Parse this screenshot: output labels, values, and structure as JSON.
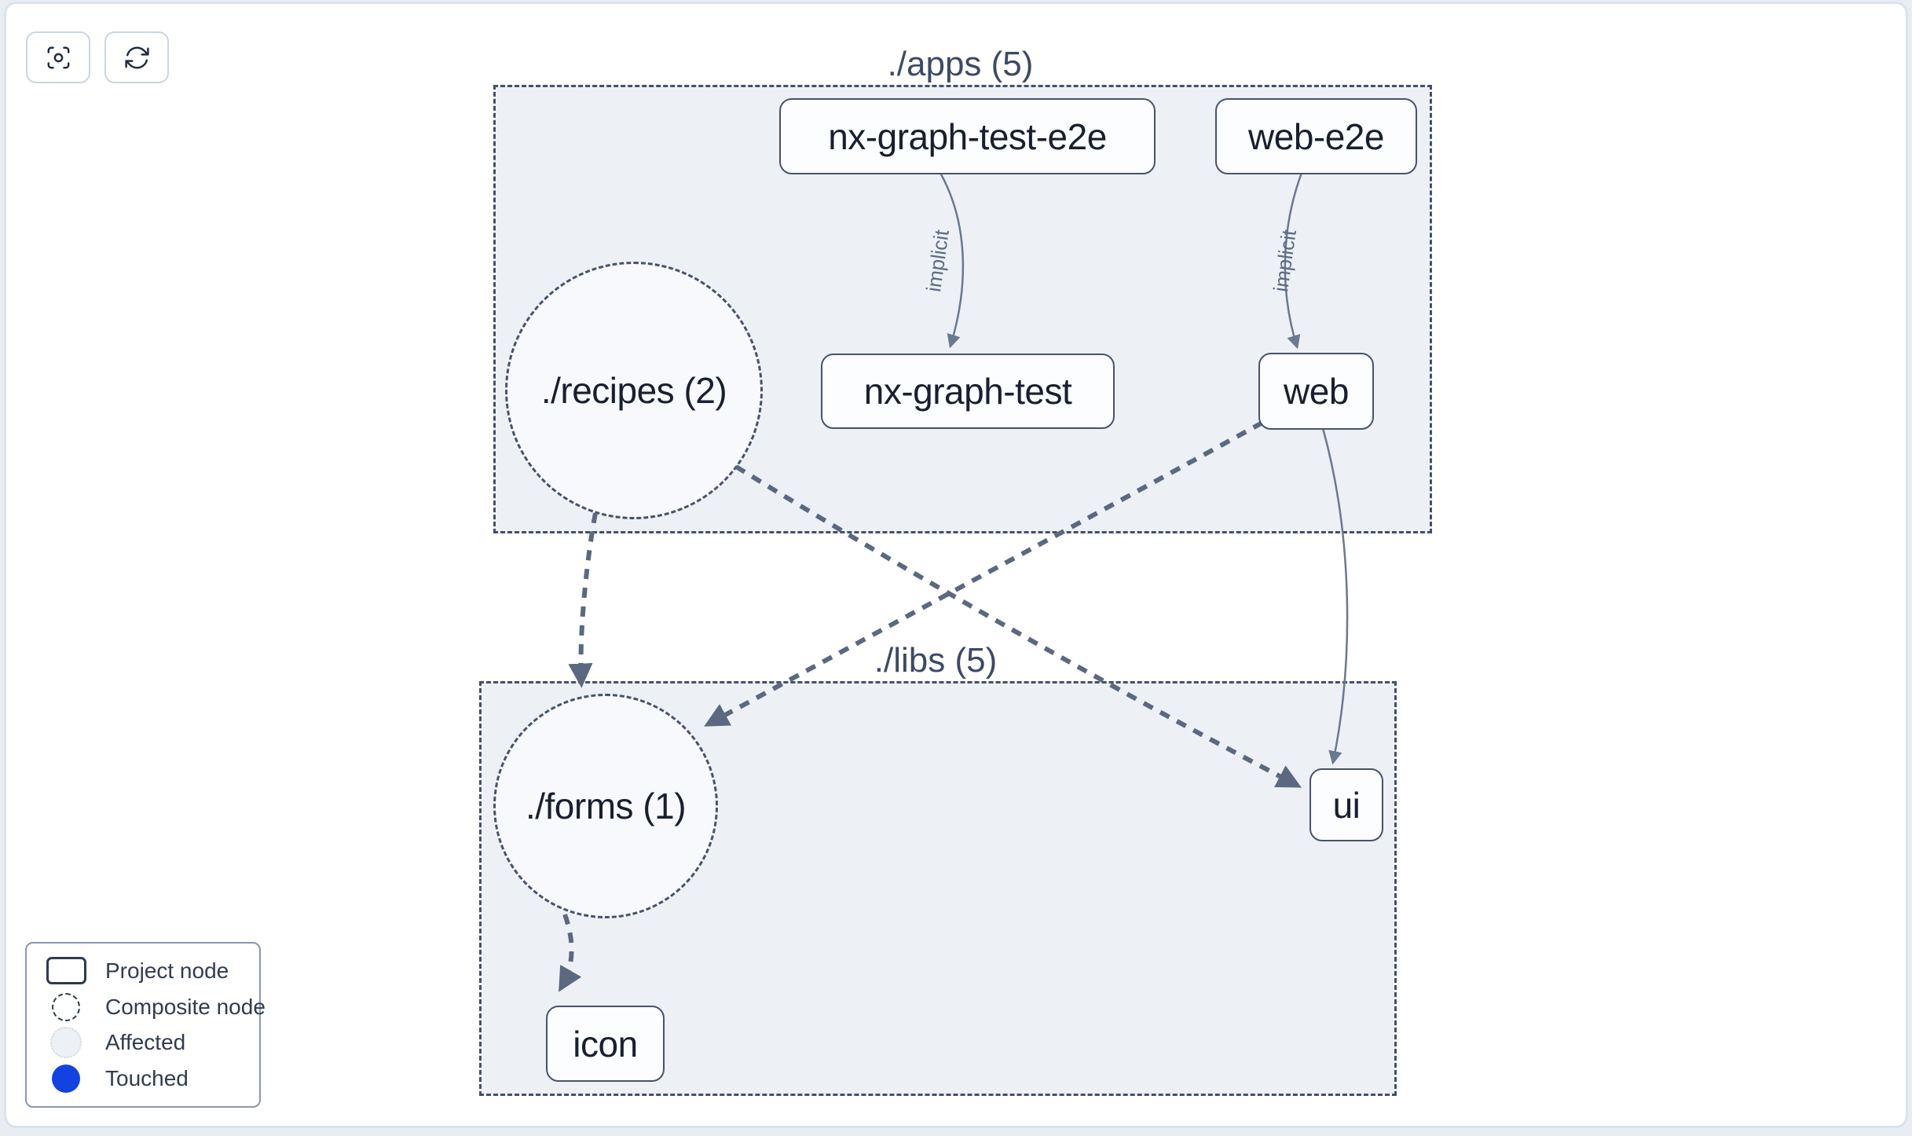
{
  "toolbar": {
    "buttons": [
      {
        "name": "center-graph",
        "icon": "viewfinder-focus-icon"
      },
      {
        "name": "refresh-graph",
        "icon": "refresh-arrows-icon"
      }
    ]
  },
  "groups": [
    {
      "id": "./apps",
      "label": "./apps (5)"
    },
    {
      "id": "./libs",
      "label": "./libs (5)"
    }
  ],
  "composite_nodes": [
    {
      "id": "./recipes",
      "label": "./recipes (2)",
      "group": "./apps"
    },
    {
      "id": "./forms",
      "label": "./forms (1)",
      "group": "./libs"
    }
  ],
  "project_nodes": [
    {
      "id": "nx-graph-test-e2e",
      "label": "nx-graph-test-e2e",
      "group": "./apps"
    },
    {
      "id": "web-e2e",
      "label": "web-e2e",
      "group": "./apps"
    },
    {
      "id": "nx-graph-test",
      "label": "nx-graph-test",
      "group": "./apps"
    },
    {
      "id": "web",
      "label": "web",
      "group": "./apps"
    },
    {
      "id": "ui",
      "label": "ui",
      "group": "./libs"
    },
    {
      "id": "icon",
      "label": "icon",
      "group": "./libs"
    }
  ],
  "edges": [
    {
      "source": "nx-graph-test-e2e",
      "target": "nx-graph-test",
      "type": "implicit",
      "label": "implicit"
    },
    {
      "source": "web-e2e",
      "target": "web",
      "type": "implicit",
      "label": "implicit"
    },
    {
      "source": "web",
      "target": "ui",
      "type": "static",
      "label": ""
    },
    {
      "source": "./recipes",
      "target": "./forms",
      "type": "composite",
      "label": ""
    },
    {
      "source": "./recipes",
      "target": "ui",
      "type": "composite",
      "label": ""
    },
    {
      "source": "web",
      "target": "./forms",
      "type": "composite",
      "label": ""
    },
    {
      "source": "./forms",
      "target": "icon",
      "type": "composite",
      "label": ""
    }
  ],
  "legend": {
    "items": [
      {
        "label": "Project node",
        "swatch": "project-node"
      },
      {
        "label": "Composite node",
        "swatch": "composite-node"
      },
      {
        "label": "Affected",
        "swatch": "affected"
      },
      {
        "label": "Touched",
        "swatch": "touched"
      }
    ]
  },
  "colors": {
    "touched-blue": "#1243e0",
    "group-fill": "#edf1f6",
    "edge": "#5b6880",
    "edge-thin": "#6b7890"
  }
}
